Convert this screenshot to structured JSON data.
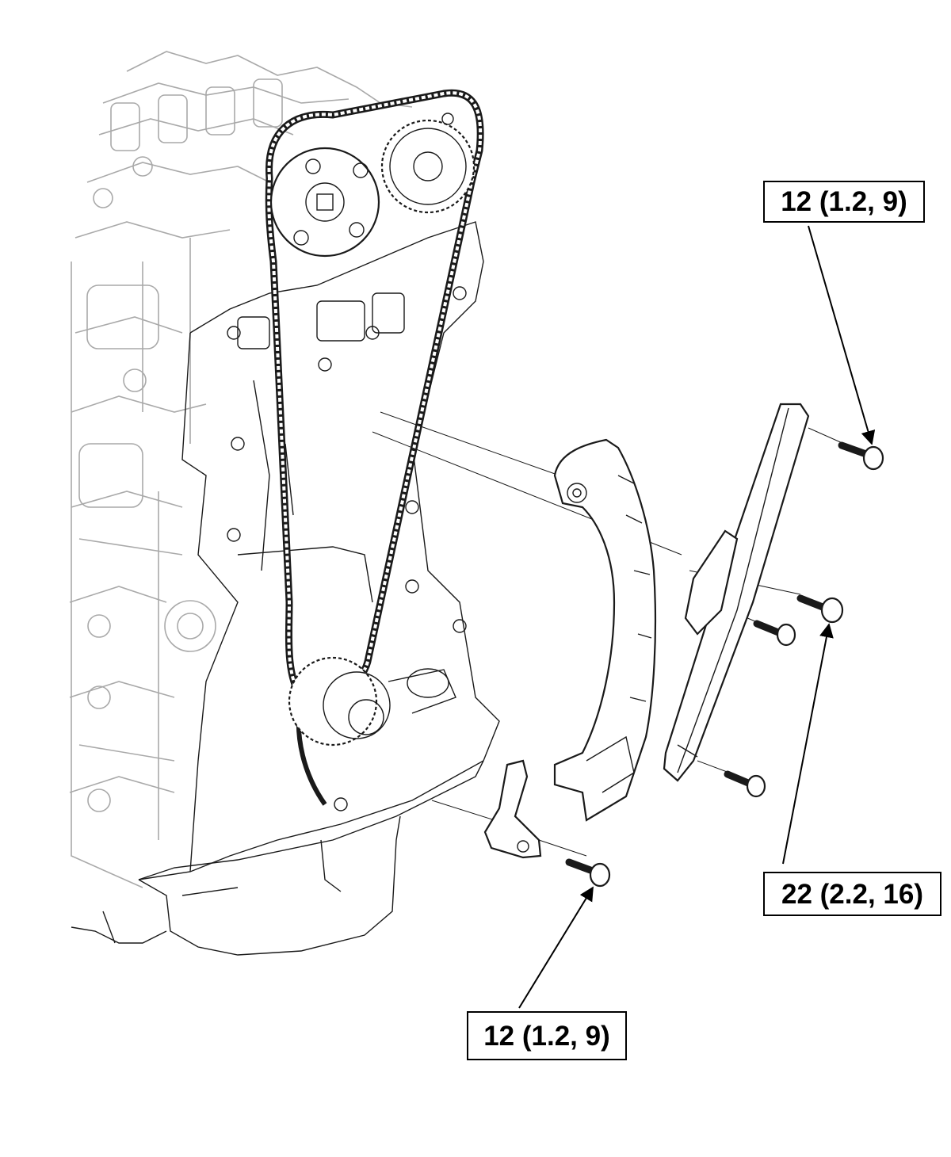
{
  "callouts": {
    "top_right": "12 (1.2, 9)",
    "right": "22 (2.2, 16)",
    "bottom": "12 (1.2, 9)"
  },
  "colors": {
    "line_art": "#1a1a1a",
    "ghost_line_art": "#a9a9a9",
    "background": "#ffffff"
  }
}
